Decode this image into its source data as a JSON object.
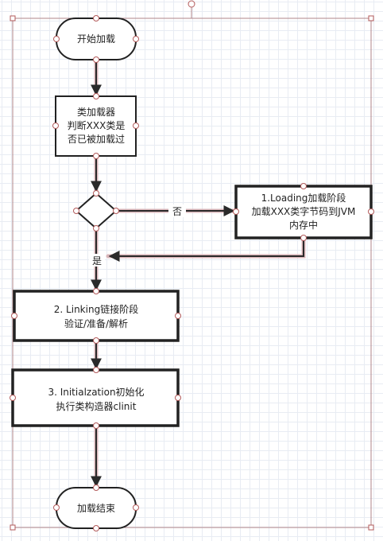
{
  "nodes": {
    "start": {
      "text": "开始加载"
    },
    "check": {
      "lines": [
        "类加载器",
        "判断XXX类是",
        "否已被加载过"
      ]
    },
    "decision": {
      "text": ""
    },
    "loading": {
      "lines": [
        "1.Loading加载阶段",
        "加载XXX类字节码到JVM",
        "内存中"
      ]
    },
    "linking": {
      "lines": [
        "2. Linking链接阶段",
        "验证/准备/解析"
      ]
    },
    "init": {
      "lines": [
        "3. Initialzation初始化",
        "执行类构造器clinit"
      ]
    },
    "end": {
      "text": "加载结束"
    }
  },
  "edges": {
    "no_label": "否",
    "yes_label": "是"
  },
  "colors": {
    "shape_stroke": "#222222",
    "selection": "#b0868a",
    "edge": "#2a2a2a",
    "edge_shadow": "#d9b6ba",
    "handle_stroke": "#b35a5a"
  }
}
